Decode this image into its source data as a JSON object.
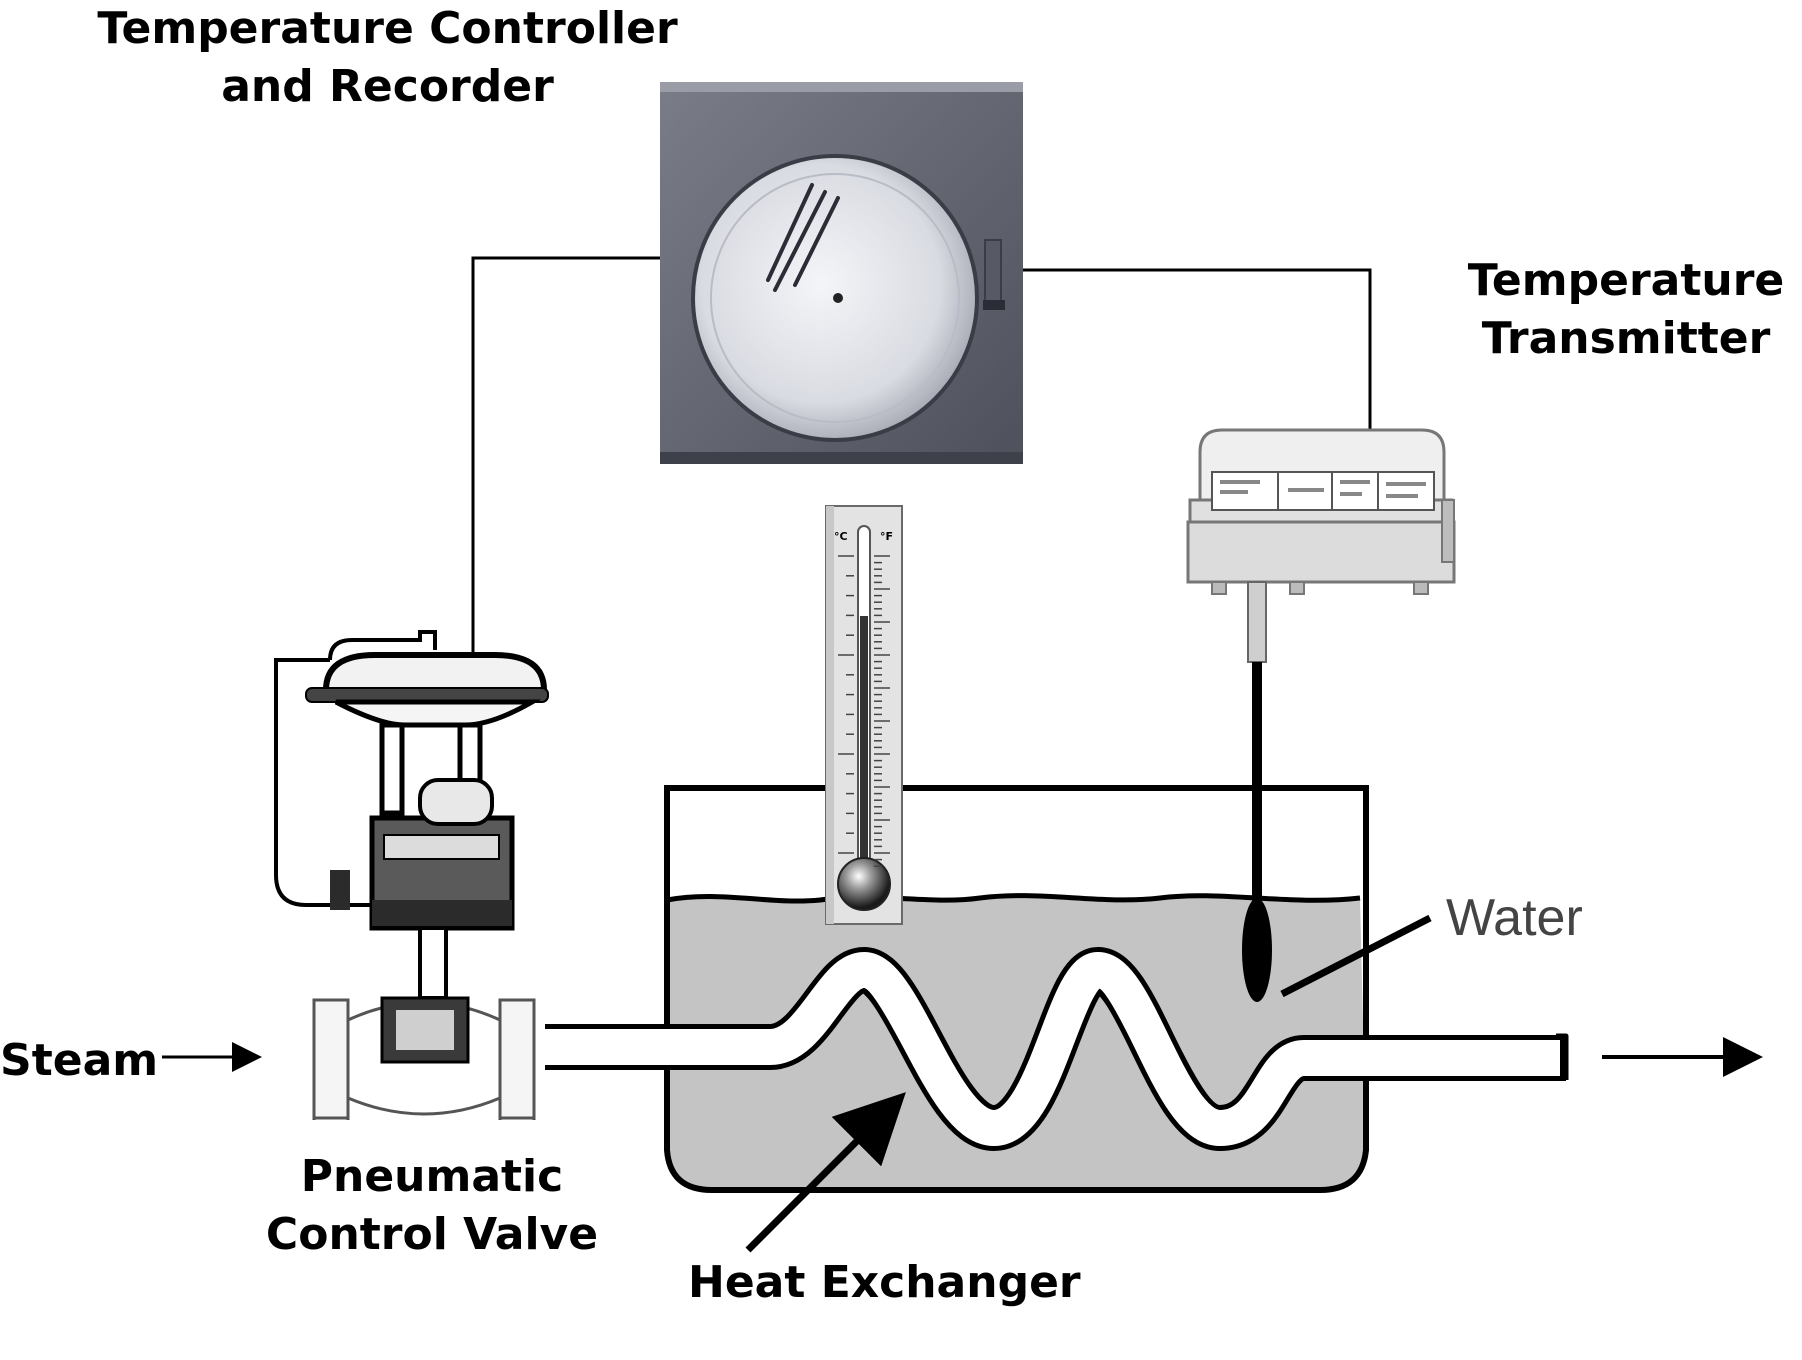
{
  "labels": {
    "controller_line1": "Temperature Controller",
    "controller_line2": "and Recorder",
    "transmitter_line1": "Temperature",
    "transmitter_line2": "Transmitter",
    "water": "Water",
    "steam": "Steam",
    "valve_line1": "Pneumatic",
    "valve_line2": "Control Valve",
    "heat_exchanger": "Heat Exchanger"
  },
  "thermometer": {
    "scale_left": "°C",
    "scale_right": "°F"
  },
  "colors": {
    "water_fill": "#c4c4c4",
    "recorder_body": "#6c6e7a",
    "recorder_chart": "#e4e6ec",
    "transmitter_body": "#e6e6e6",
    "line": "#000000"
  }
}
